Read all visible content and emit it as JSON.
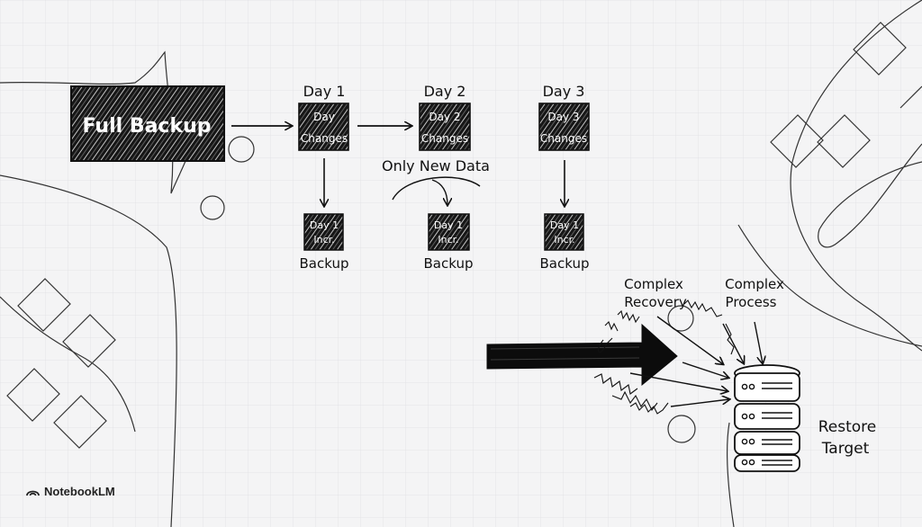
{
  "full_backup": "Full Backup",
  "days": [
    {
      "heading": "Day 1",
      "box_line1": "Day",
      "box_line2": "Changes",
      "incr_line1": "Day 1",
      "incr_line2": "Incr.",
      "caption": "Backup"
    },
    {
      "heading": "Day 2",
      "box_line1": "Day 2",
      "box_line2": "Changes",
      "incr_line1": "Day 1",
      "incr_line2": "Incr.",
      "caption": "Backup"
    },
    {
      "heading": "Day 3",
      "box_line1": "Day 3",
      "box_line2": "Changes",
      "incr_line1": "Day 1",
      "incr_line2": "Incr.",
      "caption": "Backup"
    }
  ],
  "only_new_data": "Only New Data",
  "complex_recovery": [
    "Complex",
    "Recovery"
  ],
  "complex_process": [
    "Complex",
    "Process"
  ],
  "restore_target": [
    "Restore",
    "Target"
  ],
  "brand": "NotebookLM",
  "icons": {
    "brand": "notebooklm-logo-icon",
    "server": "database-server-icon"
  }
}
